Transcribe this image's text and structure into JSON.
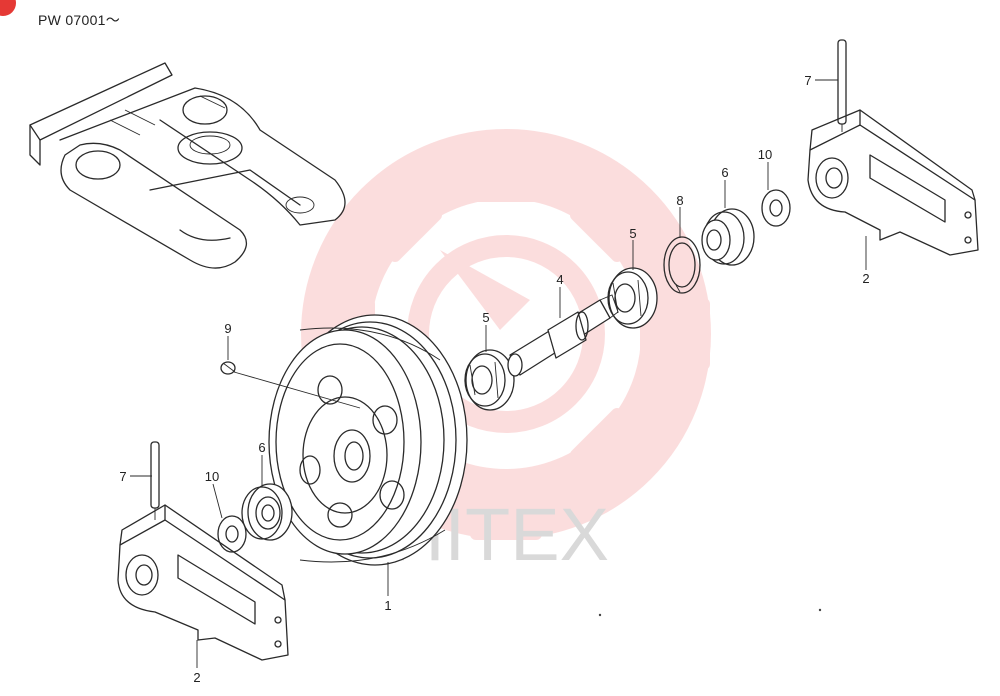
{
  "header": {
    "serial_range": "PW 07001～"
  },
  "watermark": {
    "text": "HITEX",
    "color": "#f08a8a"
  },
  "badge": {
    "color": "#e53935"
  },
  "callouts": [
    {
      "id": "c1",
      "text": "1"
    },
    {
      "id": "c2a",
      "text": "2"
    },
    {
      "id": "c2b",
      "text": "2"
    },
    {
      "id": "c4",
      "text": "4"
    },
    {
      "id": "c5a",
      "text": "5"
    },
    {
      "id": "c5b",
      "text": "5"
    },
    {
      "id": "c6a",
      "text": "6"
    },
    {
      "id": "c6b",
      "text": "6"
    },
    {
      "id": "c7a",
      "text": "7"
    },
    {
      "id": "c7b",
      "text": "7"
    },
    {
      "id": "c8",
      "text": "8"
    },
    {
      "id": "c9",
      "text": "9"
    },
    {
      "id": "c10a",
      "text": "10"
    },
    {
      "id": "c10b",
      "text": "10"
    }
  ]
}
